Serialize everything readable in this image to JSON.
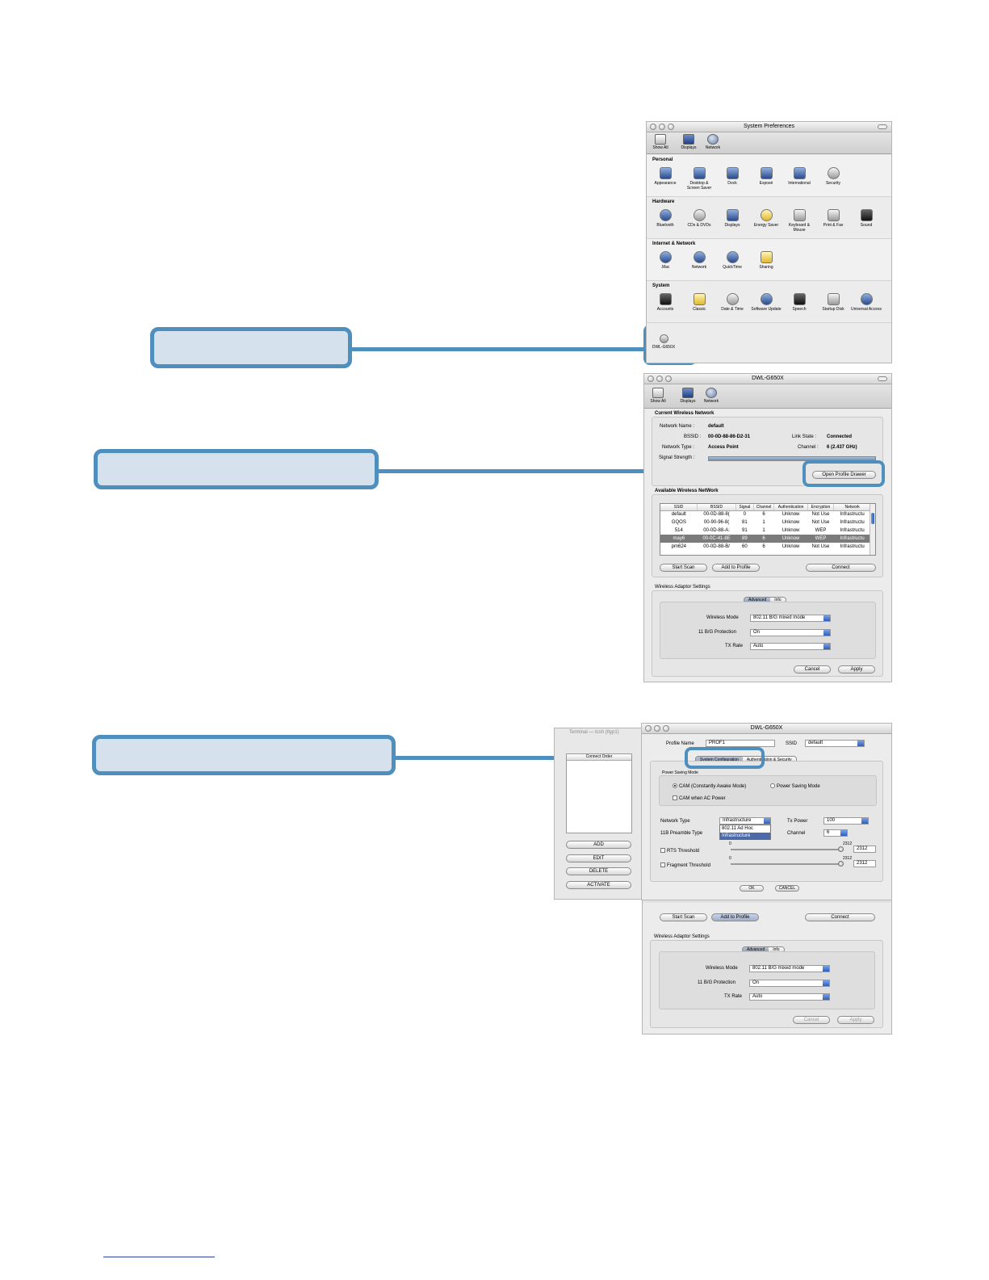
{
  "sysprefs": {
    "title": "System Preferences",
    "toolbar": [
      "Show All",
      "Displays",
      "Network"
    ],
    "sections": [
      {
        "label": "Personal",
        "items": [
          "Appearance",
          "Desktop & Screen Saver",
          "Dock",
          "Exposé",
          "International",
          "Security"
        ]
      },
      {
        "label": "Hardware",
        "items": [
          "Bluetooth",
          "CDs & DVDs",
          "Displays",
          "Energy Saver",
          "Keyboard & Mouse",
          "Print & Fax",
          "Sound"
        ]
      },
      {
        "label": "Internet & Network",
        "items": [
          ".Mac",
          "Network",
          "QuickTime",
          "Sharing"
        ]
      },
      {
        "label": "System",
        "items": [
          "Accounts",
          "Classic",
          "Date & Time",
          "Software Update",
          "Speech",
          "Startup Disk",
          "Universal Access"
        ]
      }
    ],
    "other_item": "DWL-G650X"
  },
  "win2": {
    "title": "DWL-G650X",
    "toolbar": [
      "Show All",
      "Displays",
      "Network"
    ],
    "current": {
      "heading": "Current Wireless Network",
      "network_name_label": "Network Name :",
      "network_name": "default",
      "bssid_label": "BSSID :",
      "bssid": "00-0D-88-86-D2-31",
      "link_state_label": "Link State :",
      "link_state": "Connected",
      "network_type_label": "Network Type :",
      "network_type": "Access Point",
      "channel_label": "Channel :",
      "channel": "6 (2.437 GHz)",
      "signal_label": "Signal Strength :",
      "open_profile": "Open Profile Drawer"
    },
    "available": {
      "heading": "Available Wireless NetWork",
      "columns": [
        "SSID",
        "BSSID",
        "Signal",
        "Channel",
        "Authentication",
        "Encryption",
        "Network"
      ],
      "rows": [
        [
          "default",
          "00-0D-88-8(",
          "0",
          "6",
          "Unknow",
          "Not Use",
          "Infrastructu"
        ],
        [
          "GQOS",
          "00-90-96-8(",
          "81",
          "1",
          "Unknow",
          "Not Use",
          "Infrastructu"
        ],
        [
          "514",
          "00-0D-88-A:",
          "91",
          "1",
          "Unknow",
          "WEP",
          "Infrastructu"
        ],
        [
          "may6",
          "00-0C-41-8E",
          "89",
          "6",
          "Unknow",
          "WEP",
          "Infrastructu"
        ],
        [
          "pm624",
          "00-0D-88-B/",
          "60",
          "6",
          "Unknow",
          "Not Use",
          "Infrastructu"
        ]
      ],
      "start_scan": "Start Scan",
      "add_profile": "Add to Profile",
      "connect": "Connect"
    },
    "adaptor": {
      "heading": "Wireless Adaptor Settings",
      "tab_advanced": "Advanced",
      "tab_info": "Info",
      "wireless_mode_label": "Wireless Mode",
      "wireless_mode": "802.11 B/G mixed mode",
      "protection_label": "11 B/G Protection",
      "protection": "On",
      "tx_rate_label": "TX Rate",
      "tx_rate": "Auto",
      "cancel": "Cancel",
      "apply": "Apply"
    }
  },
  "win3": {
    "terminal_title": "Terminal — tcsh (ttyp1)",
    "connect_order": "Connect Order",
    "drawer_buttons": [
      "ADD",
      "EDIT",
      "DELETE",
      "ACTIVATE"
    ],
    "dialog": {
      "title": "DWL-G650X",
      "profile_name_label": "Profile Name",
      "profile_name": "PROF1",
      "ssid_label": "SSID",
      "ssid": "default",
      "tab_system": "System Configuration",
      "tab_auth": "Authentication & Security",
      "power_mode_heading": "Power Saving Mode",
      "cam": "CAM (Constantly Awake Mode)",
      "psm": "Power Saving Mode",
      "cam_ac": "CAM when AC Power",
      "network_type_label": "Network Type",
      "network_type": "Infrastructure",
      "dropdown_options": [
        "802.11 Ad Hoc",
        "Infrastructure"
      ],
      "tx_power_label": "Tx Power",
      "tx_power": "100",
      "preamble_label": "11B Preamble Type",
      "channel_label": "Channel",
      "channel": "6",
      "rts_label": "RTS Threshold",
      "rts_min": "0",
      "rts_max": "2312",
      "rts_value": "2312",
      "frag_label": "Fragment Threshold",
      "frag_min": "0",
      "frag_max": "2312",
      "frag_value": "2312",
      "ok": "OK",
      "cancel": "CANCEL"
    },
    "start_scan": "Start Scan",
    "add_profile": "Add to Profile",
    "connect": "Connect",
    "adaptor": {
      "heading": "Wireless Adaptor Settings",
      "tab_advanced": "Advanced",
      "tab_info": "Info",
      "wireless_mode_label": "Wireless Mode",
      "wireless_mode": "802.11 B/G mixed mode",
      "protection_label": "11 B/G Protection",
      "protection": "On",
      "tx_rate_label": "TX Rate",
      "tx_rate": "Auto",
      "cancel": "Cancel",
      "apply": "Apply"
    }
  },
  "colors": {
    "callout_border": "#4e8fbd",
    "callout_fill": "#d5e2ee"
  }
}
